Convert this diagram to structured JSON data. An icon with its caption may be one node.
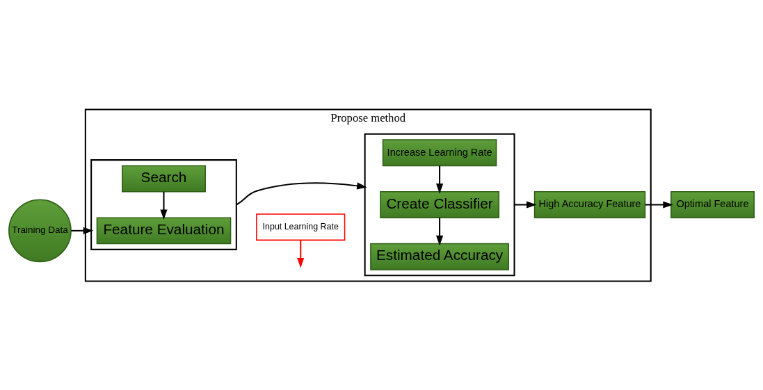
{
  "diagram": {
    "nodes": [
      {
        "text": [
          "Training Data"
        ]
      },
      {
        "text": [
          "Propose method"
        ]
      },
      {
        "text": [],
        "shape": "box",
        "in": 1
      },
      {
        "text": [
          "Search"
        ],
        "in": 2
      },
      {
        "text": [
          "Feature Evaluation"
        ],
        "in": 2
      },
      {
        "text": [
          "Input Learning Rate"
        ],
        "in": 1
      },
      {
        "text": [],
        "shape": "box",
        "in": 1
      },
      {
        "text": [
          "Increase Learning Rate"
        ],
        "in": 6
      },
      {
        "text": [
          "Create Classifier"
        ],
        "in": 6
      },
      {
        "text": [
          "Estimated Accuracy"
        ],
        "in": 6
      },
      {
        "text": [
          "High Accuracy Feature"
        ],
        "in": 1
      },
      {
        "text": [
          "Optimal Feature"
        ]
      }
    ],
    "edges": [
      {
        "from": 0,
        "to": 2,
        "arrow": "to"
      },
      {
        "from": 3,
        "to": 4,
        "arrow": "to"
      },
      {
        "from": 2,
        "to": 6,
        "arrow": "to"
      },
      {
        "from": 5,
        "to": null,
        "arrow": "to",
        "color": "#ff0000"
      },
      {
        "from": 7,
        "to": 8,
        "arrow": "to"
      },
      {
        "from": 8,
        "to": 9,
        "arrow": "to"
      },
      {
        "from": 6,
        "to": 10,
        "arrow": "to"
      },
      {
        "from": 10,
        "to": 11,
        "arrow": "to"
      }
    ]
  }
}
